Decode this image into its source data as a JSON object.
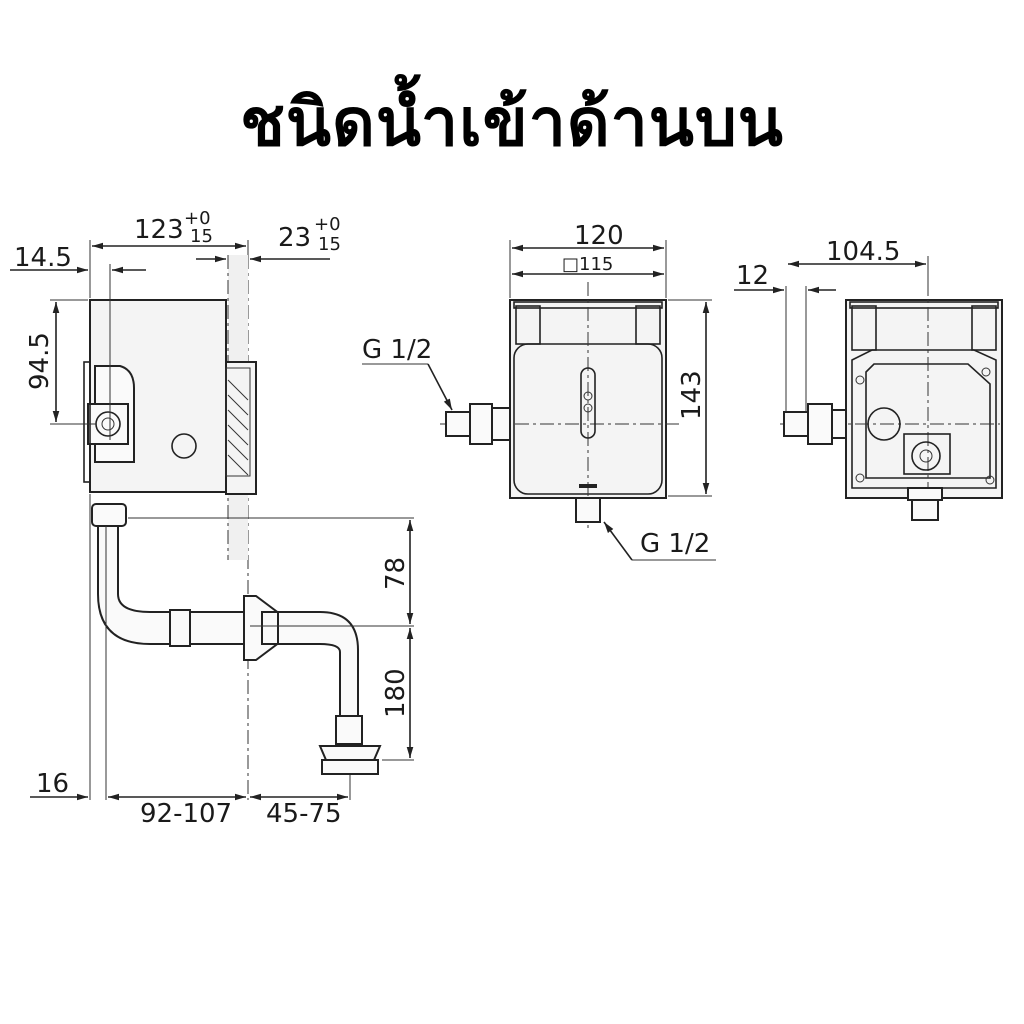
{
  "title": "ชนิดน้ำเข้าด้านบน",
  "side_view": {
    "width_main": "123",
    "tol_main_plus": "+0",
    "tol_main_minus": "15",
    "width_wall": "23",
    "tol_wall_plus": "+0",
    "tol_wall_minus": "15",
    "offset_left": "14.5",
    "height_inlet": "94.5",
    "drop_upper": "78",
    "drop_lower": "180",
    "pipe_dia": "16",
    "depth_range": "92-107",
    "outlet_range": "45-75"
  },
  "front_view": {
    "width_outer": "120",
    "width_inner": "□115",
    "height": "143",
    "inlet_thread": "G 1/2",
    "outlet_thread": "G 1/2"
  },
  "rear_view": {
    "width": "104.5",
    "offset": "12"
  }
}
